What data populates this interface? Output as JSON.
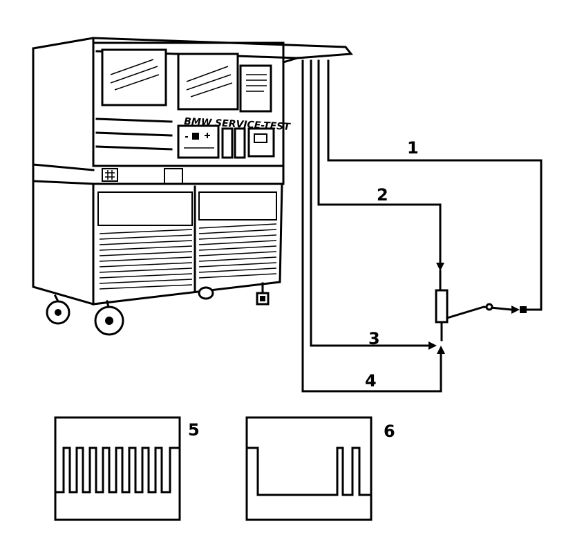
{
  "tester": {
    "brand_label": "BMW SERVICE-TEST"
  },
  "callouts": [
    {
      "id": "lead-1",
      "label": "1"
    },
    {
      "id": "lead-2",
      "label": "2"
    },
    {
      "id": "lead-3",
      "label": "3"
    },
    {
      "id": "lead-4",
      "label": "4"
    },
    {
      "id": "waveform-5",
      "label": "5"
    },
    {
      "id": "waveform-6",
      "label": "6"
    }
  ]
}
